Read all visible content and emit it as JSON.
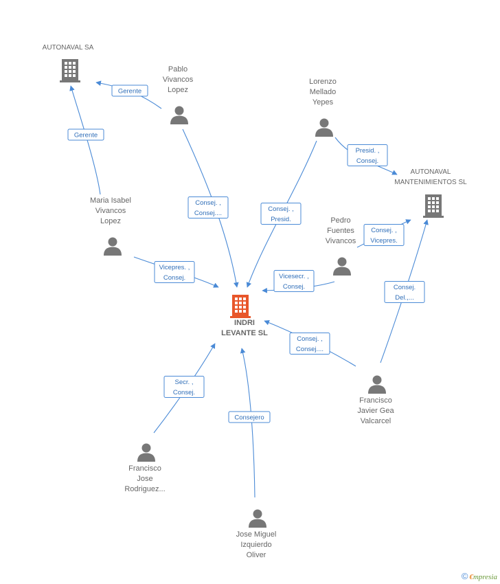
{
  "colors": {
    "edge": "#4a8ad6",
    "person": "#777777",
    "company": "#777777",
    "center": "#e8562a"
  },
  "nodes": {
    "autonaval": {
      "type": "company",
      "label": [
        "AUTONAVAL SA"
      ]
    },
    "autonaval_mant": {
      "type": "company",
      "label": [
        "AUTONAVAL",
        "MANTENIMIENTOS SL"
      ]
    },
    "indri": {
      "type": "center",
      "label": [
        "INDRI",
        "LEVANTE SL"
      ]
    },
    "pablo": {
      "type": "person",
      "label": [
        "Pablo",
        "Vivancos",
        "Lopez"
      ]
    },
    "lorenzo": {
      "type": "person",
      "label": [
        "Lorenzo",
        "Mellado",
        "Yepes"
      ]
    },
    "maria": {
      "type": "person",
      "label": [
        "Maria Isabel",
        "Vivancos",
        "Lopez"
      ]
    },
    "pedro": {
      "type": "person",
      "label": [
        "Pedro",
        "Fuentes",
        "Vivancos"
      ]
    },
    "francisco_gea": {
      "type": "person",
      "label": [
        "Francisco",
        "Javier Gea",
        "Valcarcel"
      ]
    },
    "francisco_rod": {
      "type": "person",
      "label": [
        "Francisco",
        "Jose",
        "Rodriguez..."
      ]
    },
    "jose": {
      "type": "person",
      "label": [
        "Jose Miguel",
        "Izquierdo",
        "Oliver"
      ]
    }
  },
  "edges": [
    {
      "from": "pablo",
      "to": "autonaval",
      "label": [
        "Gerente"
      ]
    },
    {
      "from": "maria",
      "to": "autonaval",
      "label": [
        "Gerente"
      ]
    },
    {
      "from": "pablo",
      "to": "indri",
      "label": [
        "Consej. ,",
        "Consej...."
      ]
    },
    {
      "from": "lorenzo",
      "to": "indri",
      "label": [
        "Consej. ,",
        "Presid."
      ]
    },
    {
      "from": "lorenzo",
      "to": "autonaval_mant",
      "label": [
        "Presid. ,",
        "Consej."
      ]
    },
    {
      "from": "pedro",
      "to": "autonaval_mant",
      "label": [
        "Consej. ,",
        "Vicepres."
      ]
    },
    {
      "from": "maria",
      "to": "indri",
      "label": [
        "Vicepres. ,",
        "Consej."
      ]
    },
    {
      "from": "pedro",
      "to": "indri",
      "label": [
        "Vicesecr. ,",
        "Consej."
      ]
    },
    {
      "from": "francisco_gea",
      "to": "autonaval_mant",
      "label": [
        "Consej.",
        "Del.,..."
      ]
    },
    {
      "from": "francisco_gea",
      "to": "indri",
      "label": [
        "Consej. ,",
        "Consej...."
      ]
    },
    {
      "from": "francisco_rod",
      "to": "indri",
      "label": [
        "Secr. ,",
        "Consej."
      ]
    },
    {
      "from": "jose",
      "to": "indri",
      "label": [
        "Consejero"
      ]
    }
  ],
  "footer": {
    "copyright": "©",
    "brand_first": "€",
    "brand_rest": "mpresia"
  }
}
